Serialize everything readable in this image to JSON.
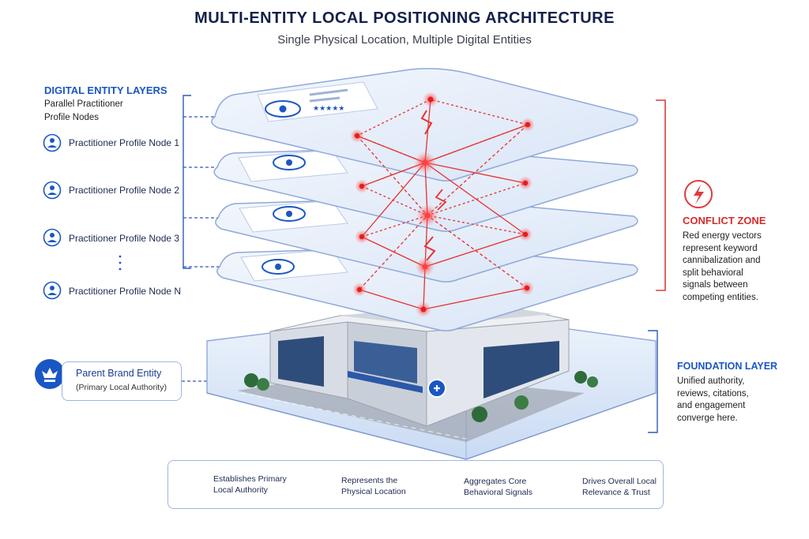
{
  "header": {
    "title": "MULTI-ENTITY LOCAL POSITIONING ARCHITECTURE",
    "subtitle": "Single Physical Location, Multiple Digital Entities"
  },
  "left_panel": {
    "heading": "DIGITAL ENTITY LAYERS",
    "subheading_line1": "Parallel Practitioner",
    "subheading_line2": "Profile Nodes",
    "nodes": [
      "Practitioner Profile Node 1",
      "Practitioner Profile Node 2",
      "Practitioner Profile Node 3",
      "Practitioner Profile Node N"
    ]
  },
  "parent_brand": {
    "name": "Parent Brand Entity",
    "sub": "(Primary Local Authority)"
  },
  "conflict_zone": {
    "heading": "CONFLICT ZONE",
    "lines": [
      "Red energy vectors",
      "represent keyword",
      "cannibalization and",
      "split behavioral",
      "signals between",
      "competing entities."
    ]
  },
  "foundation": {
    "heading": "FOUNDATION LAYER",
    "lines": [
      "Unified authority,",
      "reviews, citations,",
      "and engagement",
      "converge here."
    ]
  },
  "features": [
    {
      "line1": "Establishes Primary",
      "line2": "Local Authority",
      "icon": "shield-check-icon"
    },
    {
      "line1": "Represents the",
      "line2": "Physical Location",
      "icon": "building-icon"
    },
    {
      "line1": "Aggregates Core",
      "line2": "Behavioral Signals",
      "icon": "signal-icon"
    },
    {
      "line1": "Drives Overall Local",
      "line2": "Relevance & Trust",
      "icon": "bar-chart-icon"
    }
  ],
  "colors": {
    "brand_blue": "#1a56c4",
    "dark_navy": "#12204a",
    "conflict_red": "#e02828",
    "layer_fill": "#e4ecf9",
    "layer_stroke": "#8fa9d9"
  }
}
